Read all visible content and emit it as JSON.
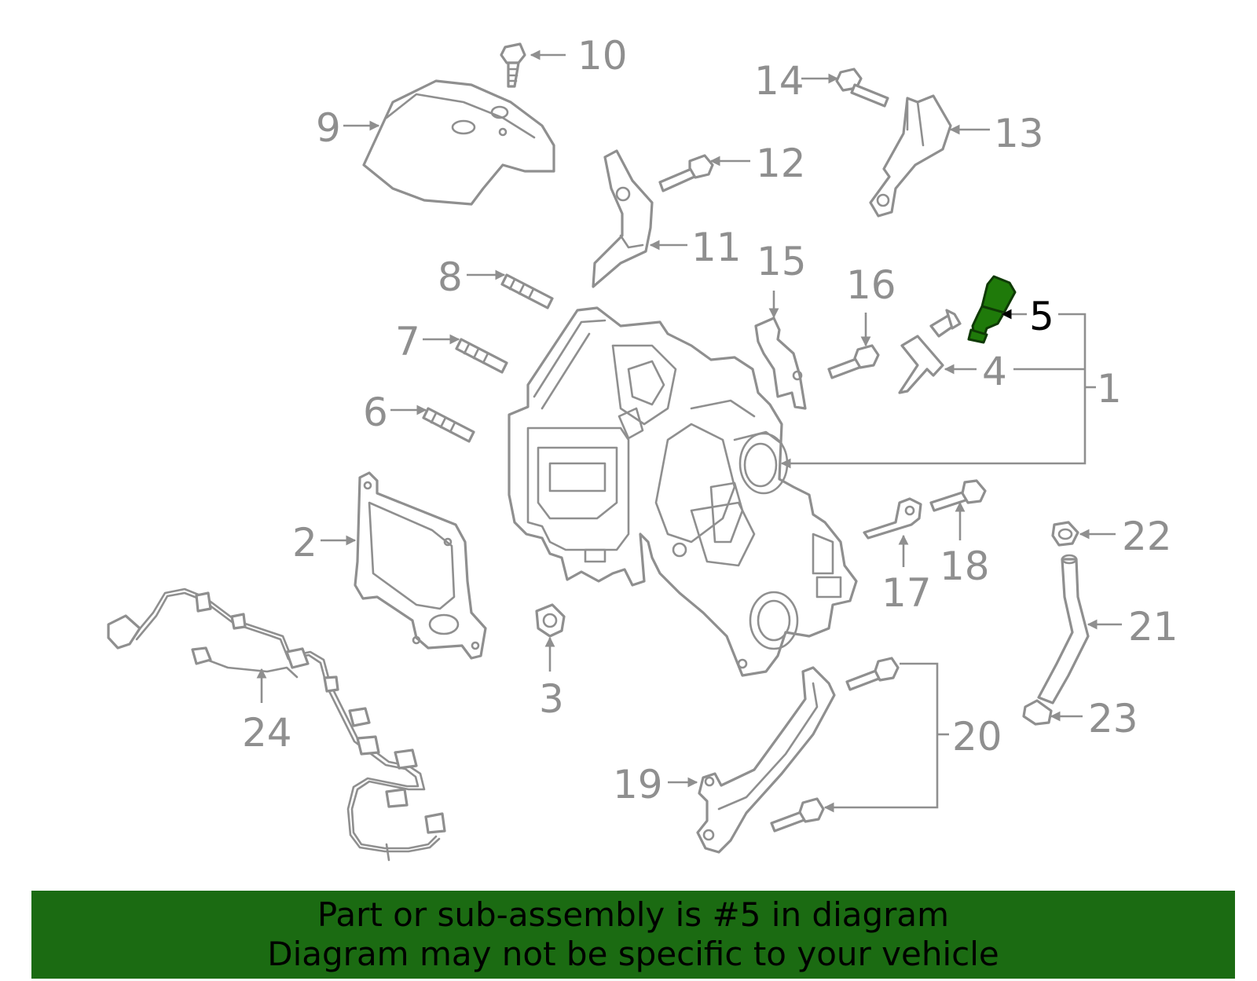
{
  "diagram": {
    "callouts": {
      "c1": "1",
      "c2": "2",
      "c3": "3",
      "c4": "4",
      "c5": "5",
      "c6": "6",
      "c7": "7",
      "c8": "8",
      "c9": "9",
      "c10": "10",
      "c11": "11",
      "c12": "12",
      "c13": "13",
      "c14": "14",
      "c15": "15",
      "c16": "16",
      "c17": "17",
      "c18": "18",
      "c19": "19",
      "c20": "20",
      "c21": "21",
      "c22": "22",
      "c23": "23",
      "c24": "24"
    },
    "highlighted_part": "5",
    "colors": {
      "line_art": "#8f8f8f",
      "highlight": "#1f7a0a",
      "banner": "#1b6b12"
    }
  },
  "banner": {
    "line1": "Part or sub-assembly is #5 in diagram",
    "line2": "Diagram may not be specific to your vehicle"
  }
}
